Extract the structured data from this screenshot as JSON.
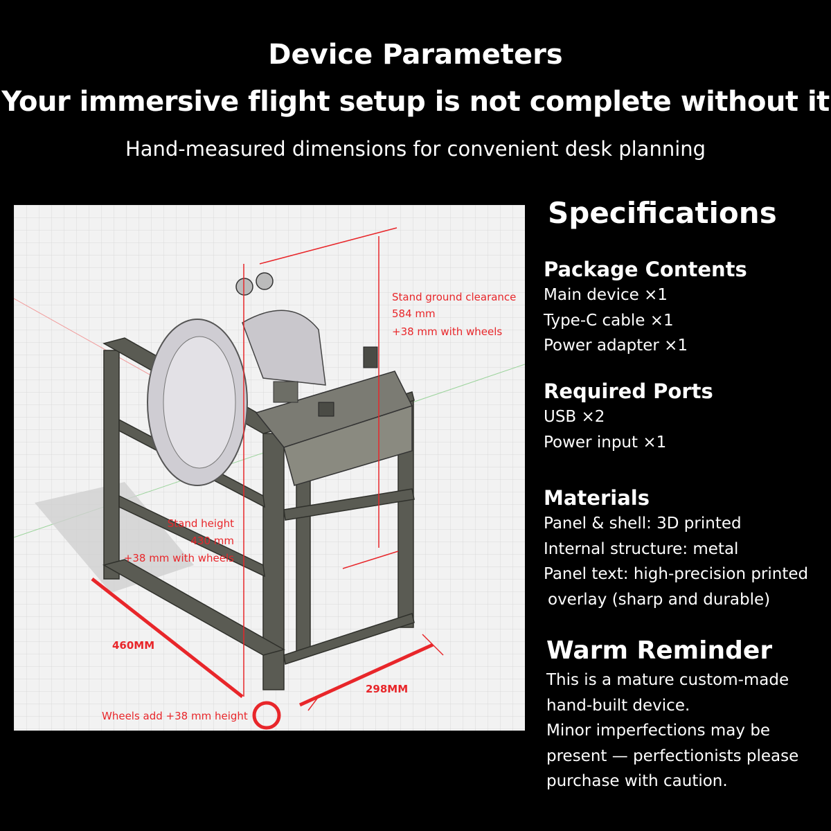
{
  "header": {
    "title": "Device Parameters",
    "subtitle": "Your immersive flight setup is not complete without it",
    "tagline": "Hand-measured dimensions for convenient desk planning"
  },
  "render": {
    "labels": {
      "clearance_1": "Stand ground clearance",
      "clearance_2": "584 mm",
      "clearance_3": "+38 mm with wheels",
      "height_1": "Stand height",
      "height_2": "430 mm",
      "height_3": "+38 mm with wheels",
      "depth": "460MM",
      "width": "298MM",
      "wheels": "Wheels add +38 mm height"
    },
    "colors": {
      "annotation": "#e8262a",
      "frame": "#56574f",
      "grid": "#d6d6d6"
    }
  },
  "specs": {
    "title": "Specifications",
    "package": {
      "title": "Package Contents",
      "items": [
        "Main device ×1",
        "Type-C cable ×1",
        "Power adapter ×1"
      ]
    },
    "ports": {
      "title": "Required Ports",
      "items": [
        "USB ×2",
        "Power input ×1"
      ]
    },
    "materials": {
      "title": "Materials",
      "items": [
        "Panel & shell: 3D printed",
        "Internal structure: metal",
        "Panel text: high-precision printed",
        "overlay (sharp and durable)"
      ]
    },
    "reminder": {
      "title": "Warm Reminder",
      "items": [
        "This is a mature custom-made",
        "hand-built device.",
        "Minor imperfections may be",
        "present — perfectionists please",
        "purchase with caution."
      ]
    }
  }
}
